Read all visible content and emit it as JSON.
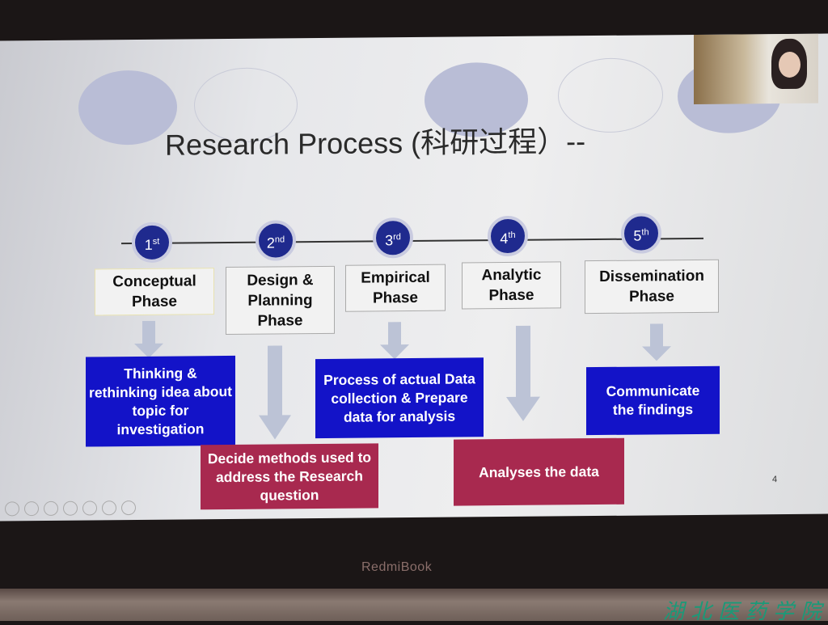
{
  "slide": {
    "title": "Research Process (科研过程）--",
    "steps": [
      {
        "num": "1",
        "sup": "st",
        "phase": "Conceptual Phase",
        "action": "Thinking & rethinking idea about topic for investigation",
        "action_color": "blue"
      },
      {
        "num": "2",
        "sup": "nd",
        "phase": "Design & Planning Phase",
        "action": "Decide methods used to address the Research question",
        "action_color": "red"
      },
      {
        "num": "3",
        "sup": "rd",
        "phase": "Empirical Phase",
        "action": "Process of actual Data collection & Prepare data for analysis",
        "action_color": "blue"
      },
      {
        "num": "4",
        "sup": "th",
        "phase": "Analytic Phase",
        "action": "Analyses the data",
        "action_color": "red"
      },
      {
        "num": "5",
        "sup": "th",
        "phase": "Dissemination Phase",
        "action": "Communicate the findings",
        "action_color": "blue"
      }
    ],
    "page_number": "4"
  },
  "colors": {
    "blue": "#1313c8",
    "red": "#a8294f",
    "circle": "#1f2a8e"
  },
  "laptop": {
    "brand": "RedmiBook"
  },
  "watermark": "湖北医药学院"
}
